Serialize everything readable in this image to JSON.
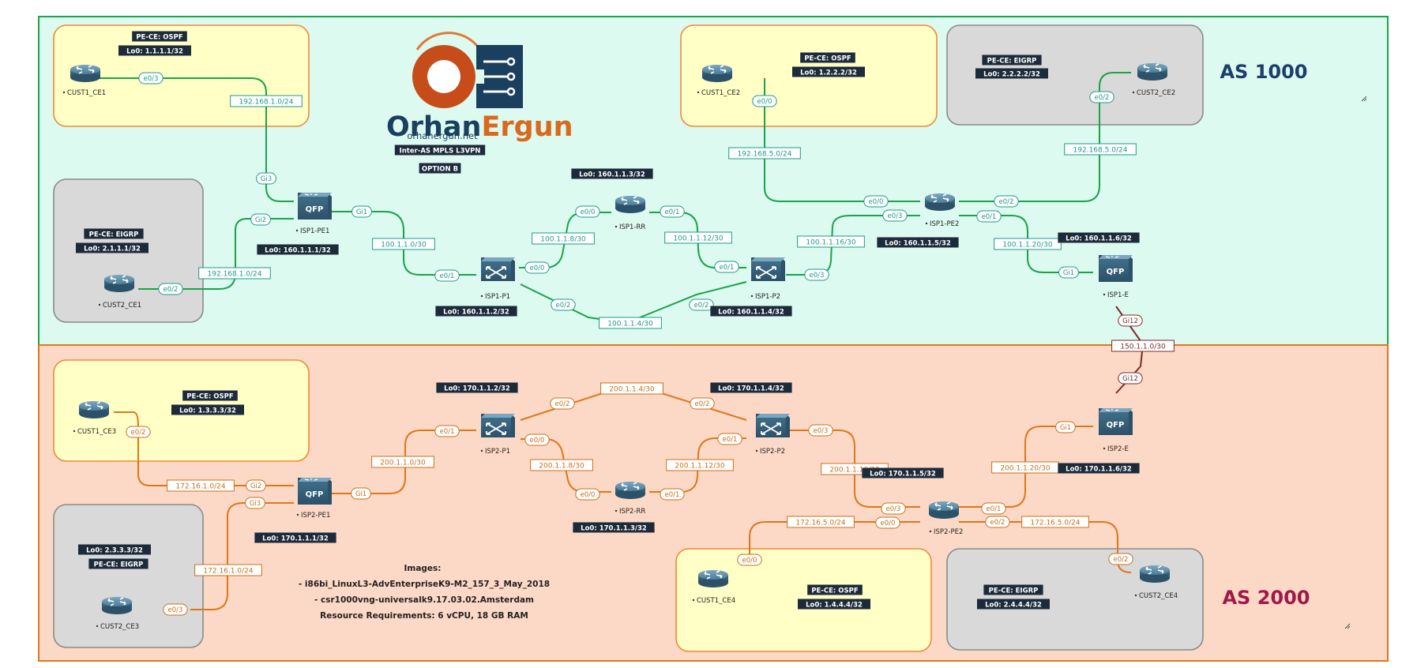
{
  "as_labels": {
    "top": "AS 1000",
    "bottom": "AS 2000"
  },
  "brand": {
    "name_a": "Orhan",
    "name_b": "Ergun",
    "site": "orhanergun.net",
    "title1": "Inter-AS MPLS L3VPN",
    "title2": "OPTION B"
  },
  "images_info": {
    "heading": "Images:",
    "line1": "- i86bi_LinuxL3-AdvEnterpriseK9-M2_157_3_May_2018",
    "line2": "- csr1000vng-universalk9.17.03.02.Amsterdam",
    "line3": "Resource Requirements: 6 vCPU, 18 GB RAM"
  },
  "sites": {
    "cust1_ce1": {
      "proto": "PE-CE: OSPF",
      "lo": "Lo0: 1.1.1.1/32"
    },
    "cust2_ce1": {
      "proto": "PE-CE: EIGRP",
      "lo": "Lo0: 2.1.1.1/32"
    },
    "cust1_ce2": {
      "proto": "PE-CE: OSPF",
      "lo": "Lo0: 1.2.2.2/32"
    },
    "cust2_ce2": {
      "proto": "PE-CE: EIGRP",
      "lo": "Lo0: 2.2.2.2/32"
    },
    "cust1_ce3": {
      "proto": "PE-CE: OSPF",
      "lo": "Lo0: 1.3.3.3/32"
    },
    "cust2_ce3": {
      "proto": "PE-CE: EIGRP",
      "lo": "Lo0: 2.3.3.3/32"
    },
    "cust1_ce4": {
      "proto": "PE-CE: OSPF",
      "lo": "Lo0: 1.4.4.4/32"
    },
    "cust2_ce4": {
      "proto": "PE-CE: EIGRP",
      "lo": "Lo0: 2.4.4.4/32"
    }
  },
  "devices": {
    "cust1_ce1": "CUST1_CE1",
    "cust2_ce1": "CUST2_CE1",
    "isp1_pe1": "ISP1-PE1",
    "isp1_p1": "ISP1-P1",
    "isp1_rr": "ISP1-RR",
    "isp1_p2": "ISP1-P2",
    "isp1_pe2": "ISP1-PE2",
    "isp1_e": "ISP1-E",
    "cust1_ce2": "CUST1_CE2",
    "cust2_ce2": "CUST2_CE2",
    "cust1_ce3": "CUST1_CE3",
    "cust2_ce3": "CUST2_CE3",
    "isp2_pe1": "ISP2-PE1",
    "isp2_p1": "ISP2-P1",
    "isp2_rr": "ISP2-RR",
    "isp2_p2": "ISP2-P2",
    "isp2_pe2": "ISP2-PE2",
    "isp2_e": "ISP2-E",
    "cust1_ce4": "CUST1_CE4",
    "cust2_ce4": "CUST2_CE4"
  },
  "loopbacks": {
    "isp1_pe1": "Lo0: 160.1.1.1/32",
    "isp1_p1": "Lo0: 160.1.1.2/32",
    "isp1_rr": "Lo0: 160.1.1.3/32",
    "isp1_p2": "Lo0: 160.1.1.4/32",
    "isp1_pe2": "Lo0: 160.1.1.5/32",
    "isp1_e": "Lo0: 160.1.1.6/32",
    "isp2_pe1": "Lo0: 170.1.1.1/32",
    "isp2_p1": "Lo0: 170.1.1.2/32",
    "isp2_rr": "Lo0: 170.1.1.3/32",
    "isp2_p2": "Lo0: 170.1.1.4/32",
    "isp2_pe2": "Lo0: 170.1.1.5/32",
    "isp2_e": "Lo0: 170.1.1.6/32"
  },
  "subnets": {
    "ce1_pe1": "192.168.1.0/24",
    "ce1b_pe1": "192.168.1.0/24",
    "pe1_p1": "100.1.1.0/30",
    "p1_rr": "100.1.1.8/30",
    "rr_p2": "100.1.1.12/30",
    "p1_p2": "100.1.1.4/30",
    "p2_pe2": "100.1.1.16/30",
    "pe2_e": "100.1.1.20/30",
    "ce2_pe2": "192.168.5.0/24",
    "ce2b_pe2": "192.168.5.0/24",
    "inter_as": "150.1.1.0/30",
    "ce3_pe1": "172.16.1.0/24",
    "ce3b_pe1": "172.16.1.0/24",
    "pe1_p1_2": "200.1.1.0/30",
    "p1_p2_2": "200.1.1.4/30",
    "p1_rr_2": "200.1.1.8/30",
    "rr_p2_2": "200.1.1.12/30",
    "p2_pe2_2": "200.1.1.16/30",
    "pe2_e_2": "200.1.1.20/30",
    "ce4_pe2": "172.16.5.0/24",
    "ce4b_pe2": "172.16.5.0/24"
  },
  "ifaces": {
    "e0_0": "e0/0",
    "e0_1": "e0/1",
    "e0_2": "e0/2",
    "e0_3": "e0/3",
    "gi1": "Gi1",
    "gi2": "Gi2",
    "gi3": "Gi3",
    "gi12": "Gi12"
  },
  "colors": {
    "as1_fill": "#dcfaf0",
    "as1_border": "#1aa34a",
    "as2_fill": "#fcd9c6",
    "as2_border": "#e0761a",
    "site_yellow": "#ffffc6",
    "site_orange_border": "#f0883a",
    "site_gray": "#d9d9d9",
    "site_gray_border": "#8a8a8a",
    "link_green": "#1aa34a",
    "link_orange": "#e0761a",
    "link_inter": "#7a2a2a",
    "label_green": "#1f9a8a",
    "label_orange": "#c8701c",
    "router_blue": "#3e6f8a",
    "as1_text": "#1b3f6a",
    "as2_text": "#a01848",
    "tag_bg": "#1c2a3a"
  }
}
